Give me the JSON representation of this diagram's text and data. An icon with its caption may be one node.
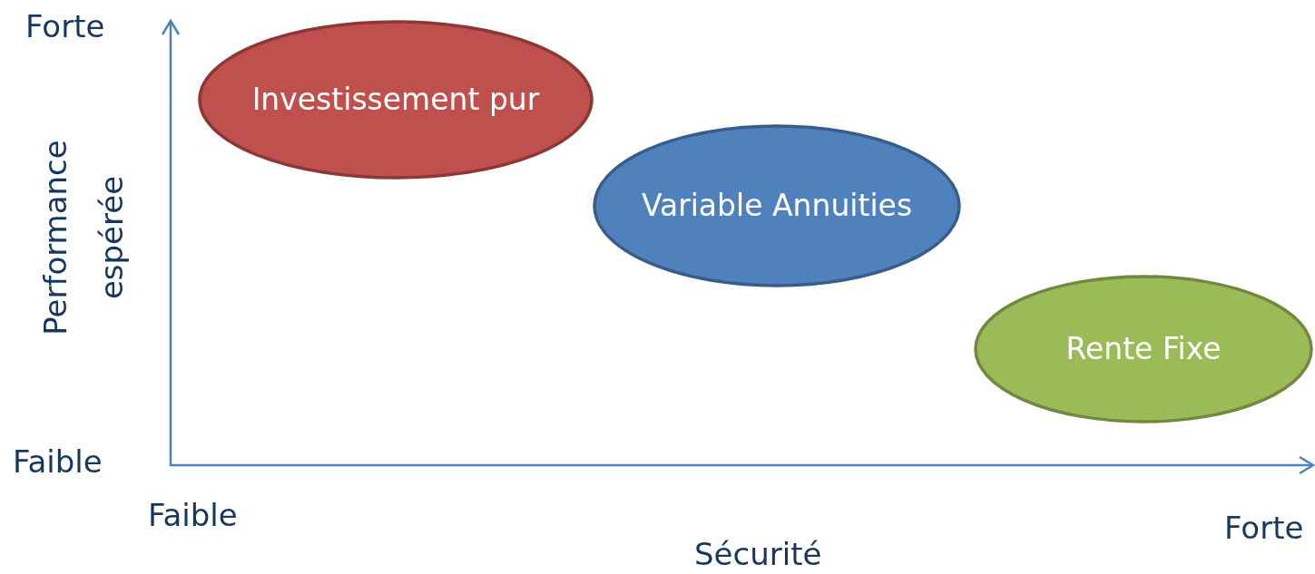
{
  "diagram": {
    "nodes": [
      {
        "text": [
          "Investissement pur"
        ]
      },
      {
        "text": [
          "Variable Annuities"
        ]
      },
      {
        "text": [
          "Rente Fixe"
        ]
      }
    ],
    "labels": [
      "Forte",
      "Performance espérée",
      "Faible",
      "Faible",
      "Sécurité",
      "Forte"
    ]
  }
}
